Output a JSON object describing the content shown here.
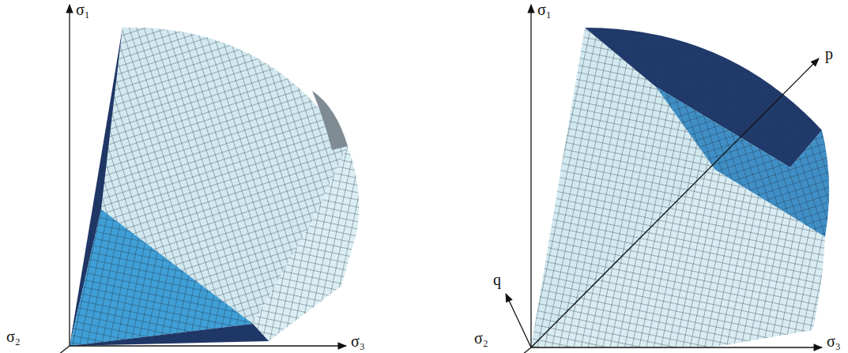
{
  "diagram": {
    "labels": [
      "σ₁",
      "σ₂",
      "σ₃",
      "σ₁",
      "p",
      "q",
      "σ₂",
      "σ₃"
    ]
  }
}
